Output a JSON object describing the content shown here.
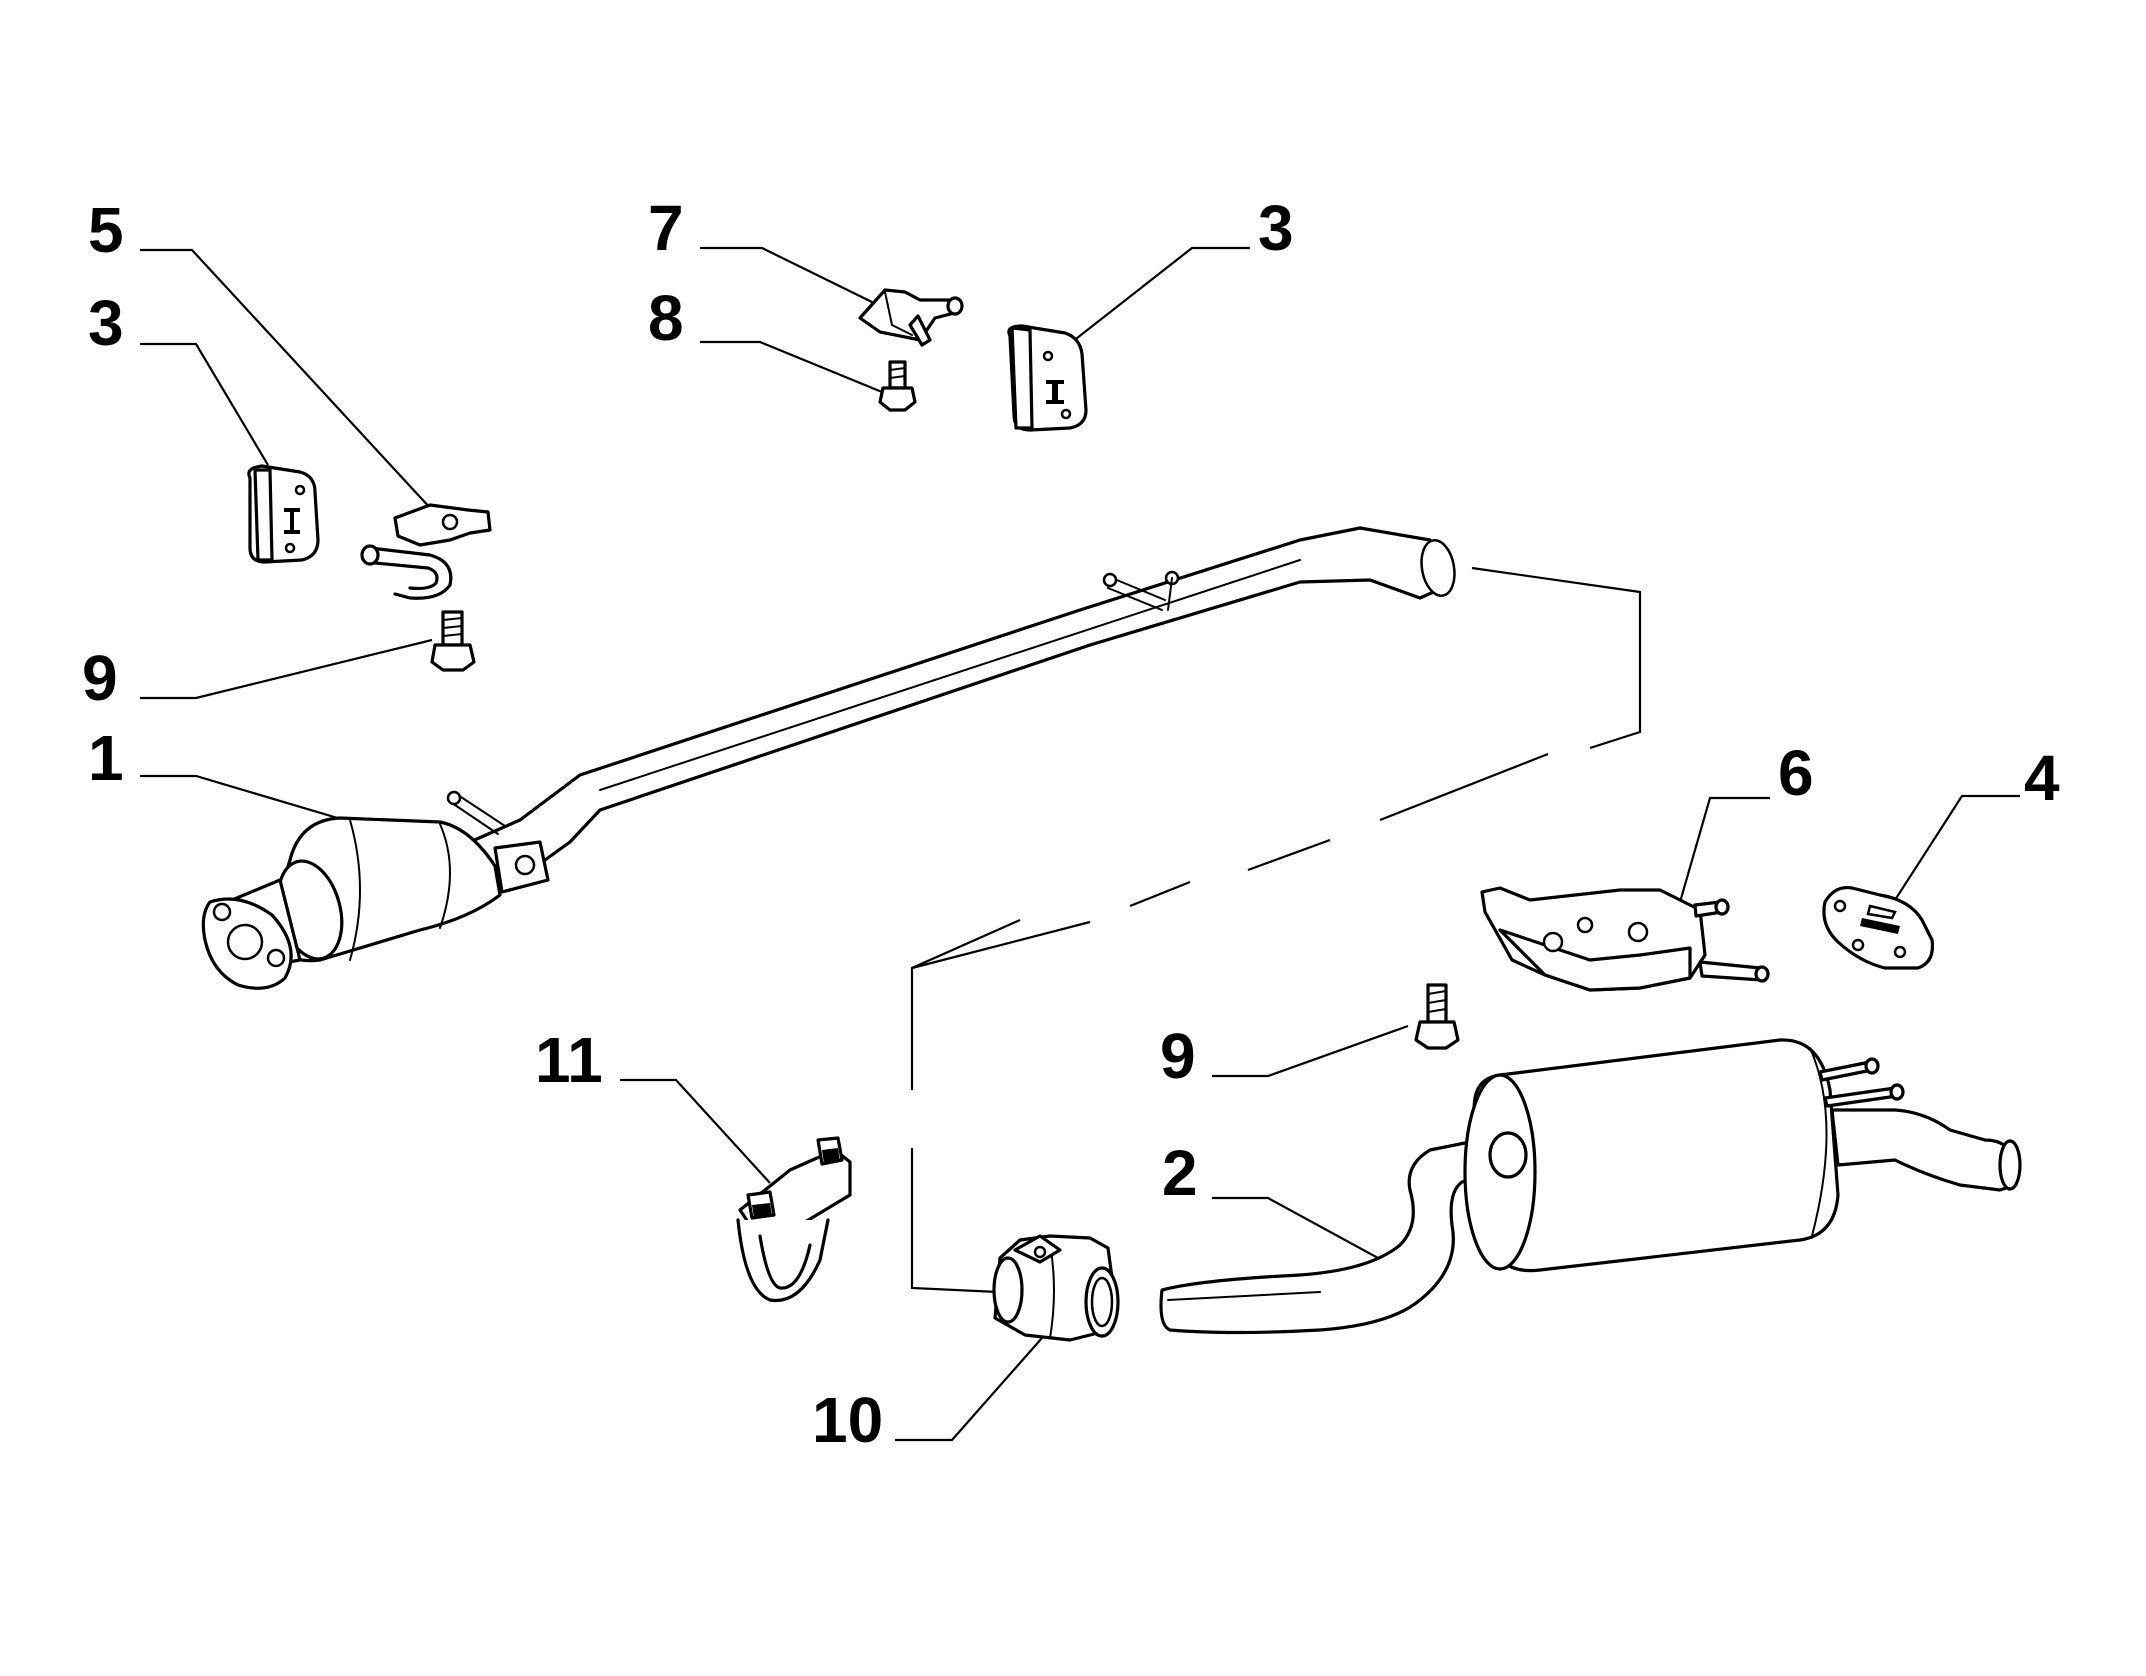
{
  "callouts": [
    {
      "key": "c5",
      "text": "5"
    },
    {
      "key": "c3a",
      "text": "3"
    },
    {
      "key": "c7",
      "text": "7"
    },
    {
      "key": "c8",
      "text": "8"
    },
    {
      "key": "c3b",
      "text": "3"
    },
    {
      "key": "c9a",
      "text": "9"
    },
    {
      "key": "c1",
      "text": "1"
    },
    {
      "key": "c6",
      "text": "6"
    },
    {
      "key": "c4",
      "text": "4"
    },
    {
      "key": "c11",
      "text": "11"
    },
    {
      "key": "c9b",
      "text": "9"
    },
    {
      "key": "c2",
      "text": "2"
    },
    {
      "key": "c10",
      "text": "10"
    }
  ]
}
